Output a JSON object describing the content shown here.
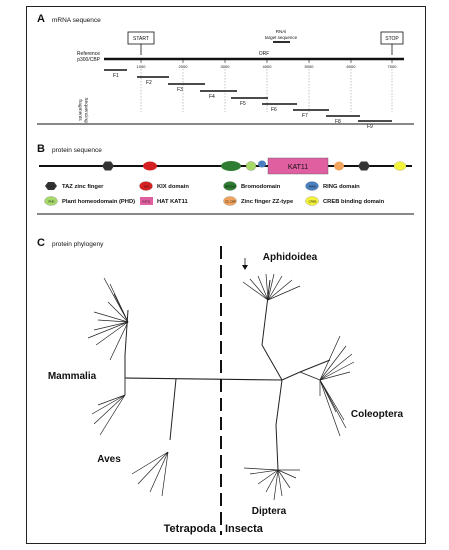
{
  "panel_a": {
    "letter": "A",
    "title": "mRNA sequence",
    "start_label": "START",
    "stop_label": "STOP",
    "rnai_label_line1": "RNAi",
    "rnai_label_line2": "target sequence",
    "reference_line1": "Reference",
    "reference_line2": "p300/CBP",
    "orf_label": "ORF",
    "scale_ticks": [
      "1000",
      "2000",
      "3000",
      "4000",
      "5000",
      "6000",
      "7000"
    ],
    "fragments_label_line1": "Sequencing",
    "fragments_label_line2": "fragments",
    "fragments": [
      "F1",
      "F2",
      "F3",
      "F4",
      "F5",
      "F6",
      "F7",
      "F8",
      "F9"
    ]
  },
  "panel_b": {
    "letter": "B",
    "title": "protein sequence",
    "kat_label": "KAT11",
    "legend": [
      {
        "symbol": "TAZ",
        "label": "TAZ zinc finger",
        "color": "#333333"
      },
      {
        "symbol": "KIX",
        "label": "KIX domain",
        "color": "#d42020"
      },
      {
        "symbol": "BROMO",
        "label": "Bromodomain",
        "color": "#2e7d32"
      },
      {
        "symbol": "RING",
        "label": "RING domain",
        "color": "#4a7fc0"
      },
      {
        "symbol": "PHD",
        "label": "Plant homeodomain (PHD)",
        "color": "#a6d96a"
      },
      {
        "symbol": "KAT11",
        "label": "HAT KAT11",
        "color": "#e05fa0"
      },
      {
        "symbol": "ZZ_CBP",
        "label": "Zinc finger ZZ-type",
        "color": "#f2a35c"
      },
      {
        "symbol": "CREB",
        "label": "CREB binding domain",
        "color": "#f2f23a"
      }
    ]
  },
  "panel_c": {
    "letter": "C",
    "title": "protein phylogeny",
    "clades": {
      "aphidoidea": "Aphidoidea",
      "mammalia": "Mammalia",
      "coleoptera": "Coleoptera",
      "aves": "Aves",
      "diptera": "Diptera"
    },
    "tetrapoda": "Tetrapoda",
    "insecta": "Insecta"
  }
}
